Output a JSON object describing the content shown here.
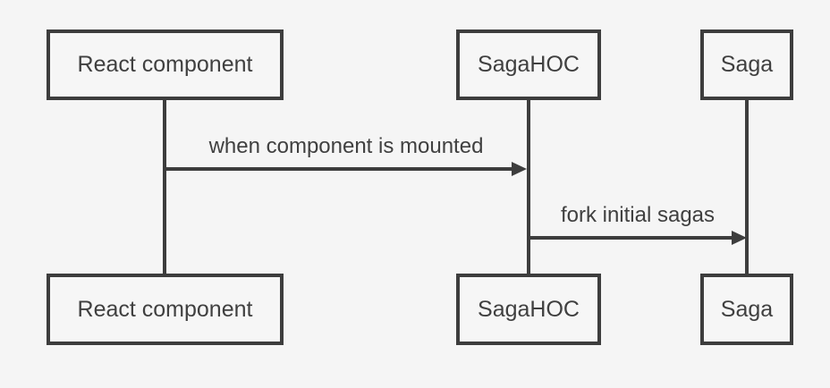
{
  "diagram": {
    "type": "sequence",
    "actors": [
      {
        "id": "react-component",
        "label": "React component"
      },
      {
        "id": "sagahoc",
        "label": "SagaHOC"
      },
      {
        "id": "saga",
        "label": "Saga"
      }
    ],
    "messages": [
      {
        "from": "react-component",
        "to": "sagahoc",
        "label": "when component is mounted",
        "arrow": "solid-right"
      },
      {
        "from": "sagahoc",
        "to": "saga",
        "label": "fork initial sagas",
        "arrow": "solid-right"
      }
    ],
    "colors": {
      "background": "#f5f5f5",
      "line": "#3d3d3d",
      "text": "#404040",
      "box_fill": "#f6f6f6"
    }
  }
}
